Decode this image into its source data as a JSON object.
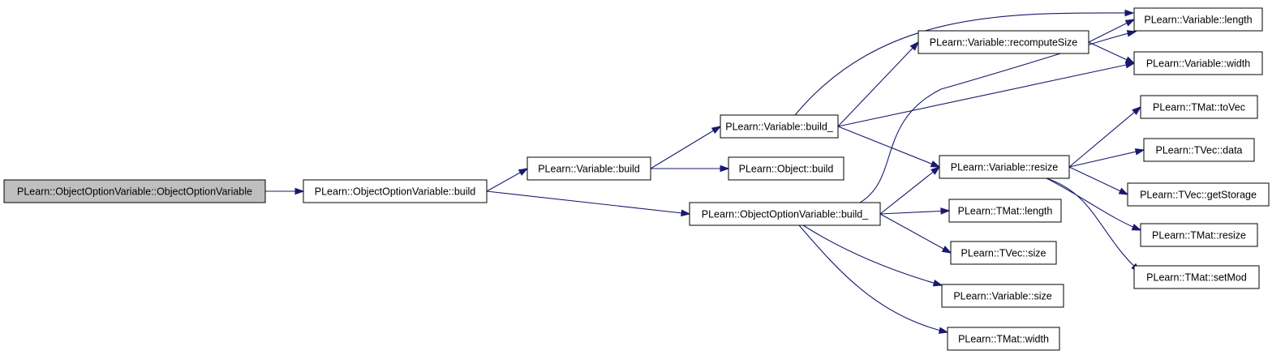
{
  "colors": {
    "edge": "#191970",
    "root_fill": "#bfbfbf",
    "node_fill": "#ffffff",
    "node_stroke": "#000000"
  },
  "nodes": [
    {
      "id": "oov_ctor",
      "label": "PLearn::ObjectOptionVariable::ObjectOptionVariable",
      "root": true
    },
    {
      "id": "oov_build",
      "label": "PLearn::ObjectOptionVariable::build"
    },
    {
      "id": "var_build",
      "label": "PLearn::Variable::build"
    },
    {
      "id": "oov_build_",
      "label": "PLearn::ObjectOptionVariable::build_"
    },
    {
      "id": "var_build_",
      "label": "PLearn::Variable::build_"
    },
    {
      "id": "obj_build",
      "label": "PLearn::Object::build"
    },
    {
      "id": "var_recompute",
      "label": "PLearn::Variable::recomputeSize"
    },
    {
      "id": "var_resize",
      "label": "PLearn::Variable::resize"
    },
    {
      "id": "tmat_length",
      "label": "PLearn::TMat::length"
    },
    {
      "id": "tvec_size",
      "label": "PLearn::TVec::size"
    },
    {
      "id": "var_size",
      "label": "PLearn::Variable::size"
    },
    {
      "id": "tmat_width",
      "label": "PLearn::TMat::width"
    },
    {
      "id": "var_length",
      "label": "PLearn::Variable::length"
    },
    {
      "id": "var_width",
      "label": "PLearn::Variable::width"
    },
    {
      "id": "tmat_tovec",
      "label": "PLearn::TMat::toVec"
    },
    {
      "id": "tvec_data",
      "label": "PLearn::TVec::data"
    },
    {
      "id": "tvec_getstorage",
      "label": "PLearn::TVec::getStorage"
    },
    {
      "id": "tmat_resize",
      "label": "PLearn::TMat::resize"
    },
    {
      "id": "tmat_setmod",
      "label": "PLearn::TMat::setMod"
    }
  ],
  "edges": [
    {
      "from": "oov_ctor",
      "to": "oov_build"
    },
    {
      "from": "oov_build",
      "to": "var_build"
    },
    {
      "from": "oov_build",
      "to": "oov_build_"
    },
    {
      "from": "var_build",
      "to": "var_build_"
    },
    {
      "from": "var_build",
      "to": "obj_build"
    },
    {
      "from": "var_build_",
      "to": "var_length"
    },
    {
      "from": "var_build_",
      "to": "var_recompute"
    },
    {
      "from": "var_build_",
      "to": "var_width"
    },
    {
      "from": "var_build_",
      "to": "var_resize"
    },
    {
      "from": "var_recompute",
      "to": "var_length"
    },
    {
      "from": "var_recompute",
      "to": "var_width"
    },
    {
      "from": "oov_build_",
      "to": "var_length"
    },
    {
      "from": "oov_build_",
      "to": "var_resize"
    },
    {
      "from": "oov_build_",
      "to": "tmat_length"
    },
    {
      "from": "oov_build_",
      "to": "tvec_size"
    },
    {
      "from": "oov_build_",
      "to": "var_size"
    },
    {
      "from": "oov_build_",
      "to": "tmat_width"
    },
    {
      "from": "var_resize",
      "to": "tmat_tovec"
    },
    {
      "from": "var_resize",
      "to": "tvec_data"
    },
    {
      "from": "var_resize",
      "to": "tvec_getstorage"
    },
    {
      "from": "var_resize",
      "to": "tmat_resize"
    },
    {
      "from": "var_resize",
      "to": "tmat_setmod"
    }
  ]
}
